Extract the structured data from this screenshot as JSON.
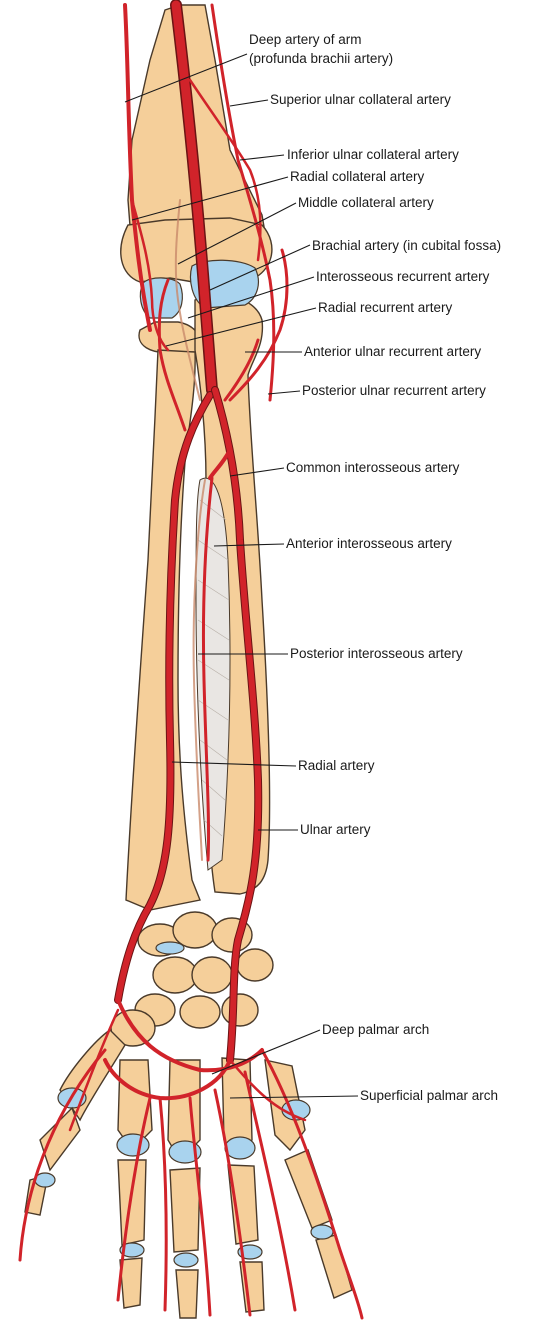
{
  "labels": {
    "deep_artery_of_arm_1": "Deep artery of arm",
    "deep_artery_of_arm_2": "(profunda brachii artery)",
    "superior_ulnar_collateral": "Superior ulnar collateral artery",
    "inferior_ulnar_collateral": "Inferior ulnar collateral artery",
    "radial_collateral": "Radial collateral artery",
    "middle_collateral": "Middle collateral artery",
    "brachial_artery": "Brachial artery (in cubital fossa)",
    "interosseous_recurrent": "Interosseous recurrent artery",
    "radial_recurrent": "Radial recurrent artery",
    "anterior_ulnar_recurrent": "Anterior ulnar recurrent artery",
    "posterior_ulnar_recurrent": "Posterior ulnar recurrent artery",
    "common_interosseous": "Common interosseous artery",
    "anterior_interosseous": "Anterior interosseous artery",
    "posterior_interosseous": "Posterior interosseous artery",
    "radial_artery": "Radial artery",
    "ulnar_artery": "Ulnar artery",
    "deep_palmar_arch": "Deep palmar arch",
    "superficial_palmar_arch": "Superficial palmar arch"
  },
  "colors": {
    "artery": "#d1232a",
    "bone": "#f5cf9a",
    "cartilage": "#a9d3ee",
    "outline": "#4a3a2a"
  }
}
